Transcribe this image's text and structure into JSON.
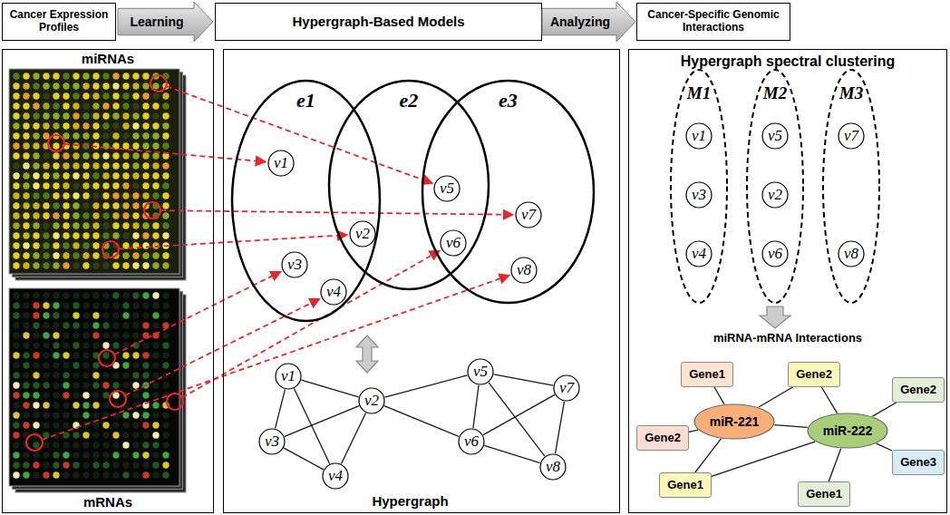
{
  "diagram": {
    "nodes": [
      {
        "text": [
          "Cancer Expression Profiles"
        ]
      },
      {
        "text": [
          "Learning"
        ]
      },
      {
        "text": [
          "Hypergraph-Based Models"
        ]
      },
      {
        "text": [
          "Analyzing"
        ]
      },
      {
        "text": [
          "Cancer-Specific Genomic Interactions"
        ]
      },
      {
        "text": [
          "miRNAs",
          "mRNAs"
        ]
      },
      {
        "text": [
          "Hypergraph"
        ]
      },
      {
        "text": [
          "e1"
        ],
        "in": 6
      },
      {
        "text": [
          "v1"
        ],
        "in": 7
      },
      {
        "text": [
          "v2"
        ],
        "in": 7
      },
      {
        "text": [
          "v3"
        ],
        "in": 7
      },
      {
        "text": [
          "v4"
        ],
        "in": 7
      },
      {
        "text": [
          "e2"
        ],
        "in": 6
      },
      {
        "text": [
          "v5"
        ],
        "in": 12
      },
      {
        "text": [
          "v6"
        ],
        "in": 12
      },
      {
        "text": [
          "e3"
        ],
        "in": 6
      },
      {
        "text": [
          "v7"
        ],
        "in": 15
      },
      {
        "text": [
          "v8"
        ],
        "in": 15
      },
      {
        "text": [
          "v1"
        ],
        "in": 6
      },
      {
        "text": [
          "v2"
        ],
        "in": 6
      },
      {
        "text": [
          "v3"
        ],
        "in": 6
      },
      {
        "text": [
          "v4"
        ],
        "in": 6
      },
      {
        "text": [
          "v5"
        ],
        "in": 6
      },
      {
        "text": [
          "v6"
        ],
        "in": 6
      },
      {
        "text": [
          "v7"
        ],
        "in": 6
      },
      {
        "text": [
          "v8"
        ],
        "in": 6
      },
      {
        "text": [
          "Hypergraph spectral clustering",
          "miRNA-mRNA Interactions"
        ]
      },
      {
        "text": [
          "M1"
        ],
        "in": 26
      },
      {
        "text": [
          "v1"
        ],
        "in": 27
      },
      {
        "text": [
          "v3"
        ],
        "in": 27
      },
      {
        "text": [
          "v4"
        ],
        "in": 27
      },
      {
        "text": [
          "M2"
        ],
        "in": 26
      },
      {
        "text": [
          "v5"
        ],
        "in": 31
      },
      {
        "text": [
          "v2"
        ],
        "in": 31
      },
      {
        "text": [
          "v6"
        ],
        "in": 31
      },
      {
        "text": [
          "M3"
        ],
        "in": 26
      },
      {
        "text": [
          "v7"
        ],
        "in": 35
      },
      {
        "text": [
          "v8"
        ],
        "in": 35
      },
      {
        "text": [
          "Gene1"
        ],
        "in": 26
      },
      {
        "text": [
          "Gene2"
        ],
        "in": 26
      },
      {
        "text": [
          "Gene2"
        ],
        "in": 26
      },
      {
        "text": [
          "miR-221"
        ],
        "in": 26
      },
      {
        "text": [
          "miR-222"
        ],
        "in": 26
      },
      {
        "text": [
          "Gene2"
        ],
        "in": 26
      },
      {
        "text": [
          "Gene3"
        ],
        "in": 26
      },
      {
        "text": [
          "Gene1"
        ],
        "in": 26
      },
      {
        "text": [
          "Gene1"
        ],
        "in": 26
      }
    ],
    "edges": [
      {
        "from": 18,
        "to": 19,
        "arrow": "none"
      },
      {
        "from": 18,
        "to": 20,
        "arrow": "none"
      },
      {
        "from": 18,
        "to": 21,
        "arrow": "none"
      },
      {
        "from": 19,
        "to": 20,
        "arrow": "none"
      },
      {
        "from": 19,
        "to": 21,
        "arrow": "none"
      },
      {
        "from": 20,
        "to": 21,
        "arrow": "none"
      },
      {
        "from": 19,
        "to": 22,
        "arrow": "none"
      },
      {
        "from": 19,
        "to": 23,
        "arrow": "none"
      },
      {
        "from": 22,
        "to": 23,
        "arrow": "none"
      },
      {
        "from": 22,
        "to": 24,
        "arrow": "none"
      },
      {
        "from": 22,
        "to": 25,
        "arrow": "none"
      },
      {
        "from": 23,
        "to": 24,
        "arrow": "none"
      },
      {
        "from": 23,
        "to": 25,
        "arrow": "none"
      },
      {
        "from": 24,
        "to": 25,
        "arrow": "none"
      },
      {
        "from": 38,
        "to": 41,
        "arrow": "none"
      },
      {
        "from": 39,
        "to": 41,
        "arrow": "none"
      },
      {
        "from": 40,
        "to": 41,
        "arrow": "none"
      },
      {
        "from": 45,
        "to": 41,
        "arrow": "none"
      },
      {
        "from": 41,
        "to": 42,
        "arrow": "none"
      },
      {
        "from": 40,
        "to": 42,
        "arrow": "none"
      },
      {
        "from": 45,
        "to": 42,
        "arrow": "none"
      },
      {
        "from": 42,
        "to": 43,
        "arrow": "none"
      },
      {
        "from": 42,
        "to": 44,
        "arrow": "none"
      },
      {
        "from": 42,
        "to": 46,
        "arrow": "none"
      }
    ]
  }
}
